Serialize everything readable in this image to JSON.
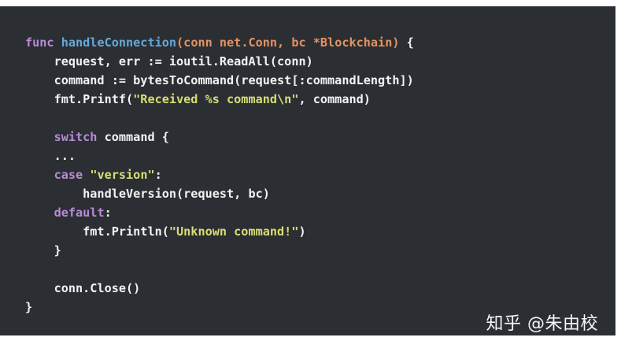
{
  "code_snippet": {
    "lines": [
      [
        {
          "text": "func ",
          "kind": "keyword"
        },
        {
          "text": "handleConnection",
          "kind": "func"
        },
        {
          "text": "(conn net.Conn, bc *Blockchain)",
          "kind": "signature"
        },
        {
          "text": " {",
          "kind": "plain"
        }
      ],
      [
        {
          "text": "    request, err := ioutil.ReadAll(conn)",
          "kind": "plain"
        }
      ],
      [
        {
          "text": "    command := bytesToCommand(request[:commandLength])",
          "kind": "plain"
        }
      ],
      [
        {
          "text": "    fmt.Printf(",
          "kind": "plain"
        },
        {
          "text": "\"Received %s command\\n\"",
          "kind": "string"
        },
        {
          "text": ", command)",
          "kind": "plain"
        }
      ],
      [],
      [
        {
          "text": "    ",
          "kind": "plain"
        },
        {
          "text": "switch",
          "kind": "keyword"
        },
        {
          "text": " command {",
          "kind": "plain"
        }
      ],
      [
        {
          "text": "    ...",
          "kind": "plain"
        }
      ],
      [
        {
          "text": "    ",
          "kind": "plain"
        },
        {
          "text": "case",
          "kind": "keyword"
        },
        {
          "text": " ",
          "kind": "plain"
        },
        {
          "text": "\"version\"",
          "kind": "string"
        },
        {
          "text": ":",
          "kind": "plain"
        }
      ],
      [
        {
          "text": "        handleVersion(request, bc)",
          "kind": "plain"
        }
      ],
      [
        {
          "text": "    ",
          "kind": "plain"
        },
        {
          "text": "default",
          "kind": "keyword"
        },
        {
          "text": ":",
          "kind": "plain"
        }
      ],
      [
        {
          "text": "        fmt.Println(",
          "kind": "plain"
        },
        {
          "text": "\"Unknown command!\"",
          "kind": "string"
        },
        {
          "text": ")",
          "kind": "plain"
        }
      ],
      [
        {
          "text": "    }",
          "kind": "plain"
        }
      ],
      [],
      [
        {
          "text": "    conn.Close()",
          "kind": "plain"
        }
      ],
      [
        {
          "text": "}",
          "kind": "plain"
        }
      ]
    ],
    "colors": {
      "background": "#2b2f33",
      "plain": "#f2f2f2",
      "keyword": "#b88ad8",
      "function_name": "#66a8d8",
      "signature": "#e6925f",
      "string": "#d7de73"
    }
  },
  "watermark": {
    "text": "知乎 @朱由校"
  }
}
